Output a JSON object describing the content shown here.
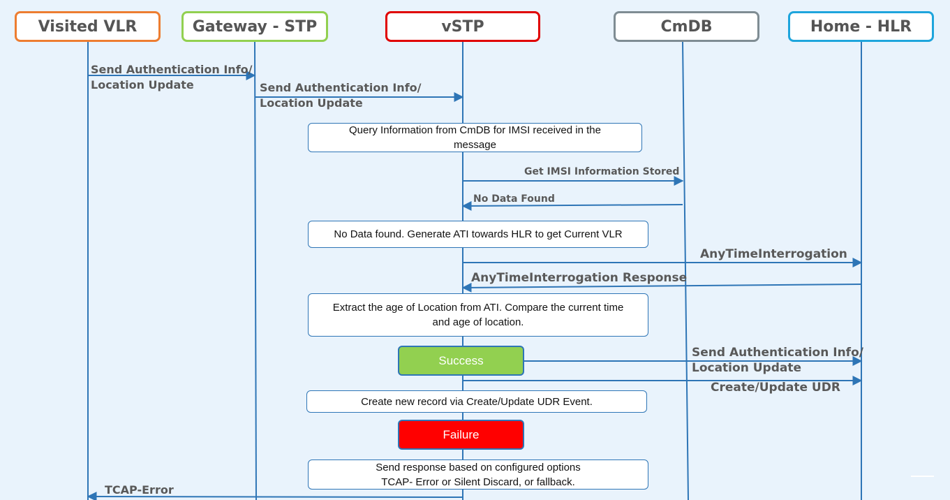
{
  "participants": [
    {
      "name": "Visited VLR",
      "color": "#ed7d31"
    },
    {
      "name": "Gateway - STP",
      "color": "#92d050"
    },
    {
      "name": "vSTP",
      "color": "#e00000"
    },
    {
      "name": "CmDB",
      "color": "#7f8c93"
    },
    {
      "name": "Home - HLR",
      "color": "#1ea5dc"
    }
  ],
  "messages": [
    {
      "label": [
        "Send Authentication Info/",
        "Location Update"
      ],
      "from": "Visited VLR",
      "to": "Gateway - STP"
    },
    {
      "label": [
        "Send Authentication Info/",
        "Location Update"
      ],
      "from": "Gateway - STP",
      "to": "vSTP"
    },
    {
      "label": [
        "Get IMSI Information Stored"
      ],
      "from": "vSTP",
      "to": "CmDB"
    },
    {
      "label": [
        "No Data Found"
      ],
      "from": "CmDB",
      "to": "vSTP"
    },
    {
      "label": [
        "AnyTimeInterrogation"
      ],
      "from": "vSTP",
      "to": "Home - HLR"
    },
    {
      "label": [
        "AnyTimeInterrogation Response"
      ],
      "from": "Home - HLR",
      "to": "vSTP"
    },
    {
      "label": [
        "Send Authentication Info/",
        "Location Update"
      ],
      "from": "vSTP",
      "to": "Home - HLR"
    },
    {
      "label": [
        "Create/Update UDR"
      ],
      "from": "vSTP",
      "to": "Home - HLR"
    },
    {
      "label": [
        "TCAP-Error"
      ],
      "from": "vSTP",
      "to": "Visited VLR"
    }
  ],
  "notes": [
    {
      "lines": [
        "Query Information from CmDB for IMSI received in the",
        "message"
      ]
    },
    {
      "lines": [
        "No Data found. Generate ATI towards HLR to get Current VLR"
      ]
    },
    {
      "lines": [
        "Extract the age of Location from ATI. Compare the current time",
        "and age of location."
      ]
    },
    {
      "lines": [
        "Create new record via Create/Update UDR Event."
      ]
    },
    {
      "lines": [
        "Send response based on configured options",
        "TCAP- Error or Silent Discard, or fallback."
      ]
    }
  ],
  "states": {
    "success": {
      "label": "Success",
      "color": "#92d050"
    },
    "failure": {
      "label": "Failure",
      "color": "#ff0000"
    }
  },
  "colors": {
    "background": "#e9f3fc",
    "line": "#2e75b6",
    "label": "#595959"
  }
}
